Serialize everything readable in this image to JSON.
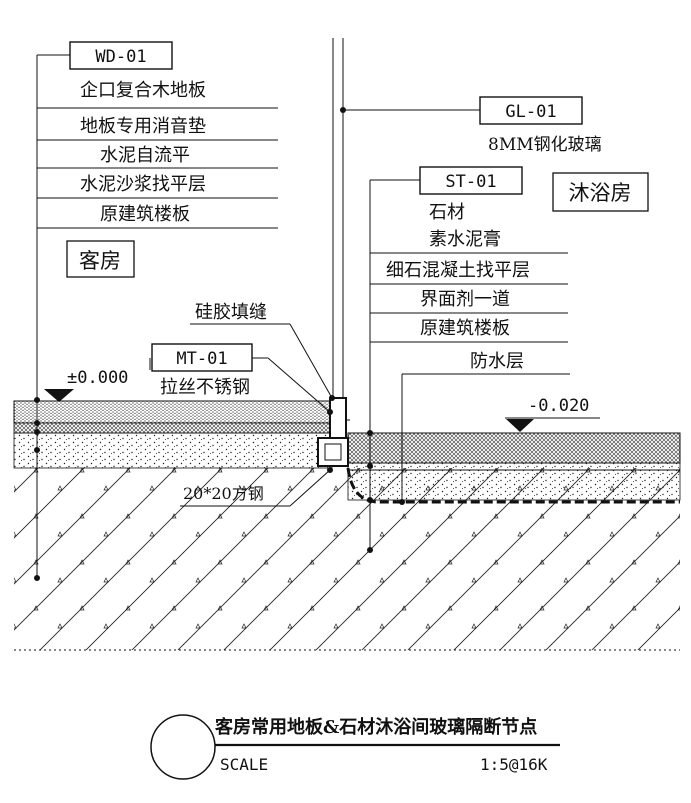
{
  "left": {
    "tag": "WD-01",
    "layers": [
      "企口复合木地板",
      "地板专用消音垫",
      "水泥自流平",
      "水泥沙浆找平层",
      "原建筑楼板"
    ],
    "room": "客房",
    "level": "±0.000"
  },
  "glass": {
    "tag": "GL-01",
    "desc": "8MM钢化玻璃"
  },
  "right": {
    "room": "沐浴房",
    "tag": "ST-01",
    "layers": [
      "石材",
      "素水泥膏",
      "细石混凝土找平层",
      "界面剂一道",
      "原建筑楼板"
    ],
    "waterproof": "防水层",
    "level": "-0.020"
  },
  "joint": {
    "silicone": "硅胶填缝",
    "tag": "MT-01",
    "material": "拉丝不锈钢",
    "steel": "20*20方钢"
  },
  "title": {
    "text": "客房常用地板&石材沐浴间玻璃隔断节点",
    "scale_label": "SCALE",
    "scale_value": "1:5@16K"
  }
}
